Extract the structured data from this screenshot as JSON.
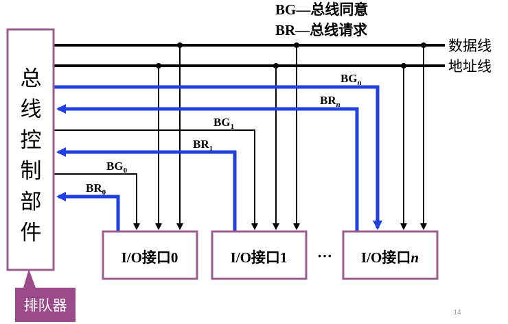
{
  "legend": {
    "bg_line": "BG—总线同意",
    "br_line": "BR—总线请求"
  },
  "bus_labels": {
    "data_bus": "数据线",
    "address_bus": "地址线"
  },
  "controller": {
    "label": "总线控制部件",
    "chars": [
      "总",
      "线",
      "控",
      "制",
      "部",
      "件"
    ]
  },
  "interfaces": [
    {
      "label": "I/O接口",
      "index": "0"
    },
    {
      "label": "I/O接口",
      "index": "1"
    },
    {
      "label": "I/O接口",
      "index": "n"
    }
  ],
  "ellipsis": "···",
  "signals": {
    "bg0": {
      "base": "BG",
      "sub": "0"
    },
    "br0": {
      "base": "BR",
      "sub": "0"
    },
    "bg1": {
      "base": "BG",
      "sub": "1"
    },
    "br1": {
      "base": "BR",
      "sub": "1"
    },
    "bgn": {
      "base": "BG",
      "sub": "n"
    },
    "brn": {
      "base": "BR",
      "sub": "n"
    }
  },
  "arbiter_tag": "排队器",
  "page_number": "14",
  "colors": {
    "signal_blue": "#1f3fe0",
    "box_border": "#9b5b8e",
    "tag_fill": "#9b4a8a"
  }
}
